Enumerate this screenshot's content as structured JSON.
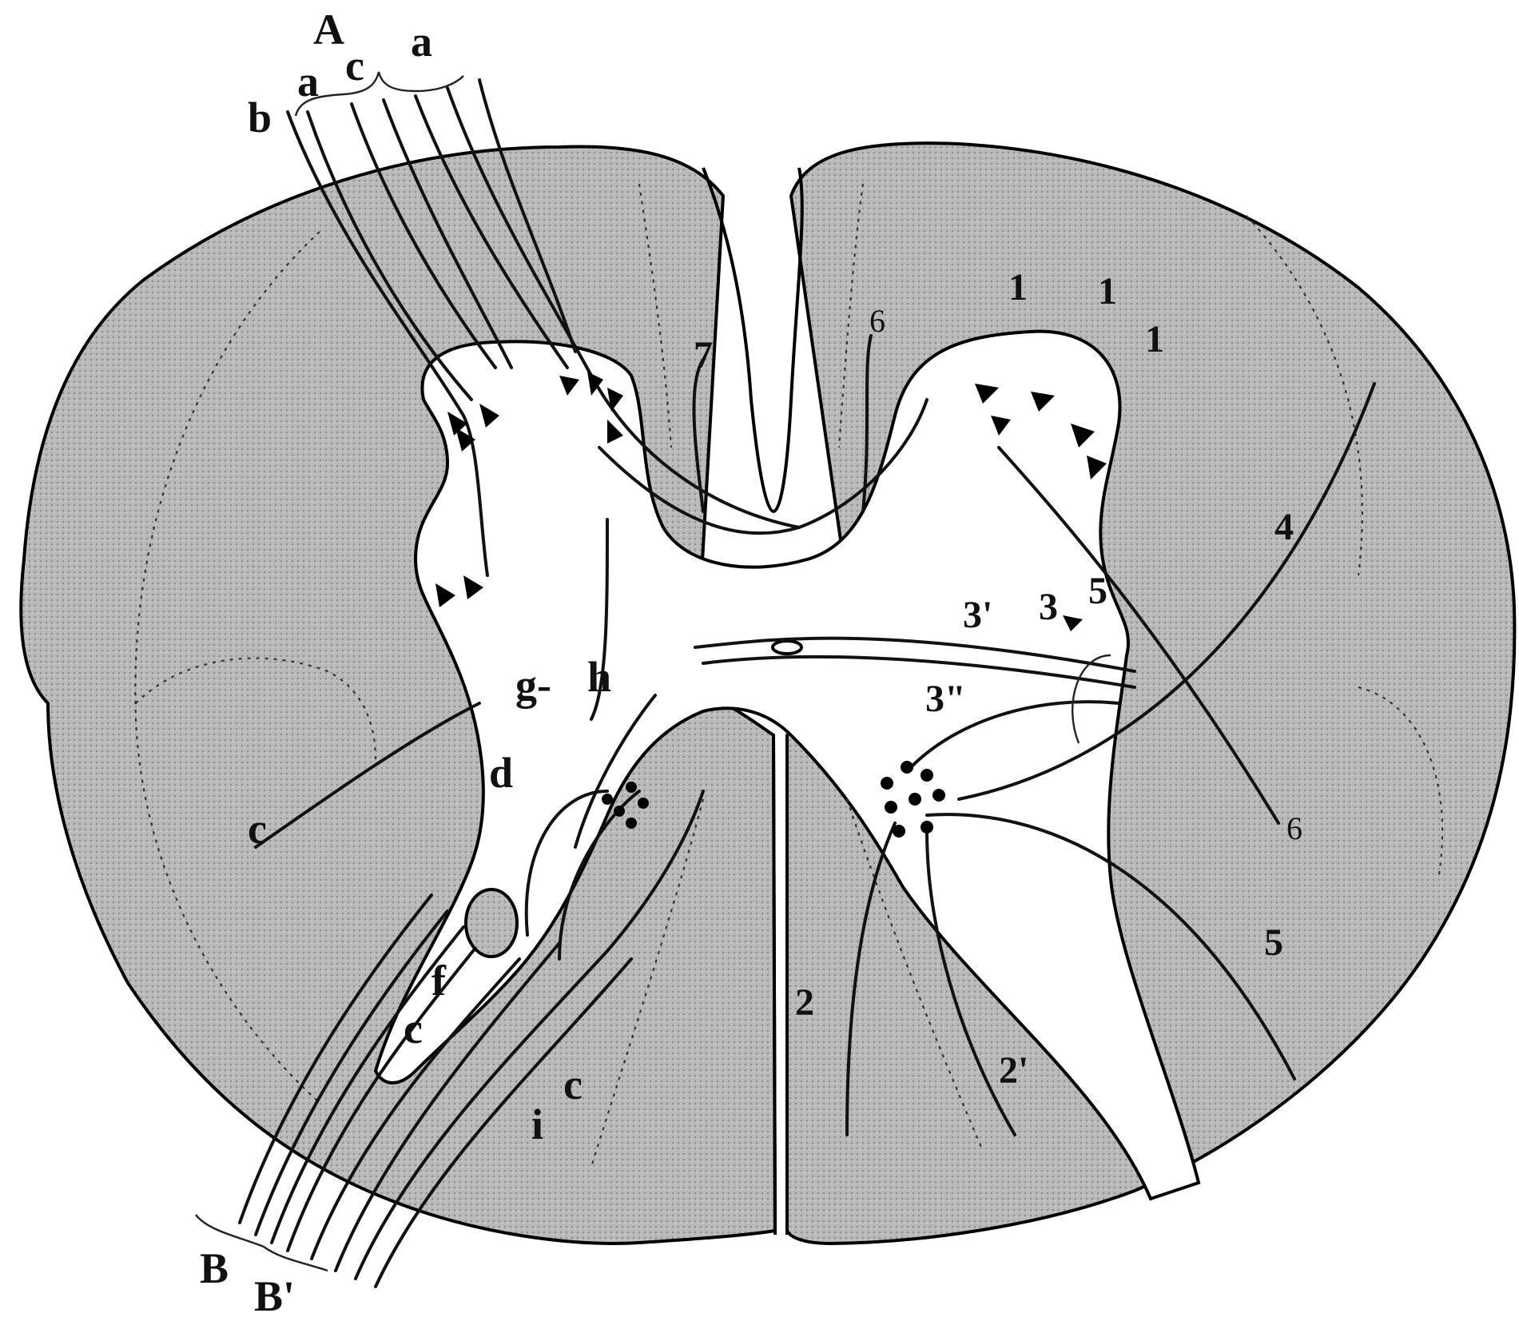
{
  "figure": {
    "labels": {
      "A": "A",
      "a1": "a",
      "c_top": "c",
      "a2": "a",
      "b": "b",
      "g": "g-",
      "h": "h",
      "d": "d",
      "c_left": "c",
      "f": "f",
      "c_mid": "c",
      "c_low": "c",
      "i": "i",
      "B": "B",
      "Bprime": "B'",
      "n1a": "1",
      "n1b": "1",
      "n1c": "1",
      "n7": "7",
      "n6a": "6",
      "n4": "4",
      "n3p": "3'",
      "n3": "3",
      "n5a": "5",
      "n3pp": "3\"",
      "n6b": "6",
      "n5b": "5",
      "n2": "2",
      "n2p": "2'"
    }
  },
  "colors": {
    "white_matter": "#b9b9b9",
    "gray_matter": "#ffffff",
    "ink": "#111111"
  }
}
